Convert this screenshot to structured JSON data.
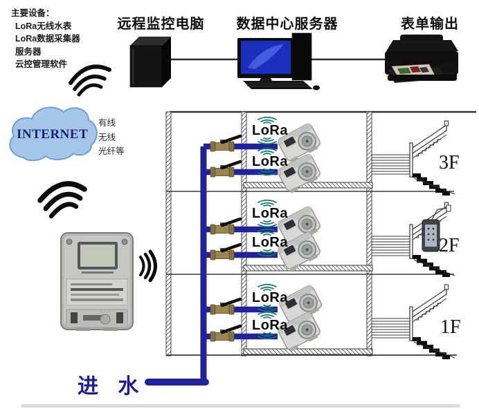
{
  "equipment": {
    "title": "主要设备：",
    "items": [
      "LoRa无线水表",
      "LoRa数据采集器",
      "服务器",
      "云控管理软件"
    ]
  },
  "top": {
    "remote_pc": "远程监控电脑",
    "data_server": "数据中心服务器",
    "form_output": "表单输出"
  },
  "internet": {
    "label": "INTERNET",
    "link_types": [
      "有线",
      "无线",
      "光纤等"
    ]
  },
  "building": {
    "floors": [
      {
        "label": "3F",
        "meter_labels": [
          "LoRa",
          "LoRa"
        ]
      },
      {
        "label": "2F",
        "meter_labels": [
          "LoRa",
          "LoRa"
        ]
      },
      {
        "label": "1F",
        "meter_labels": [
          "LoRa",
          "LoRa"
        ]
      }
    ]
  },
  "inlet": {
    "label": "进 水"
  },
  "colors": {
    "pipe": "#23229e",
    "wave": "#0f7a70",
    "cloud": "#a5c6e9",
    "cloudStroke": "#6f9fd2",
    "internet": "#18246e",
    "inlet": "#1c1c99",
    "line": "#333333"
  }
}
